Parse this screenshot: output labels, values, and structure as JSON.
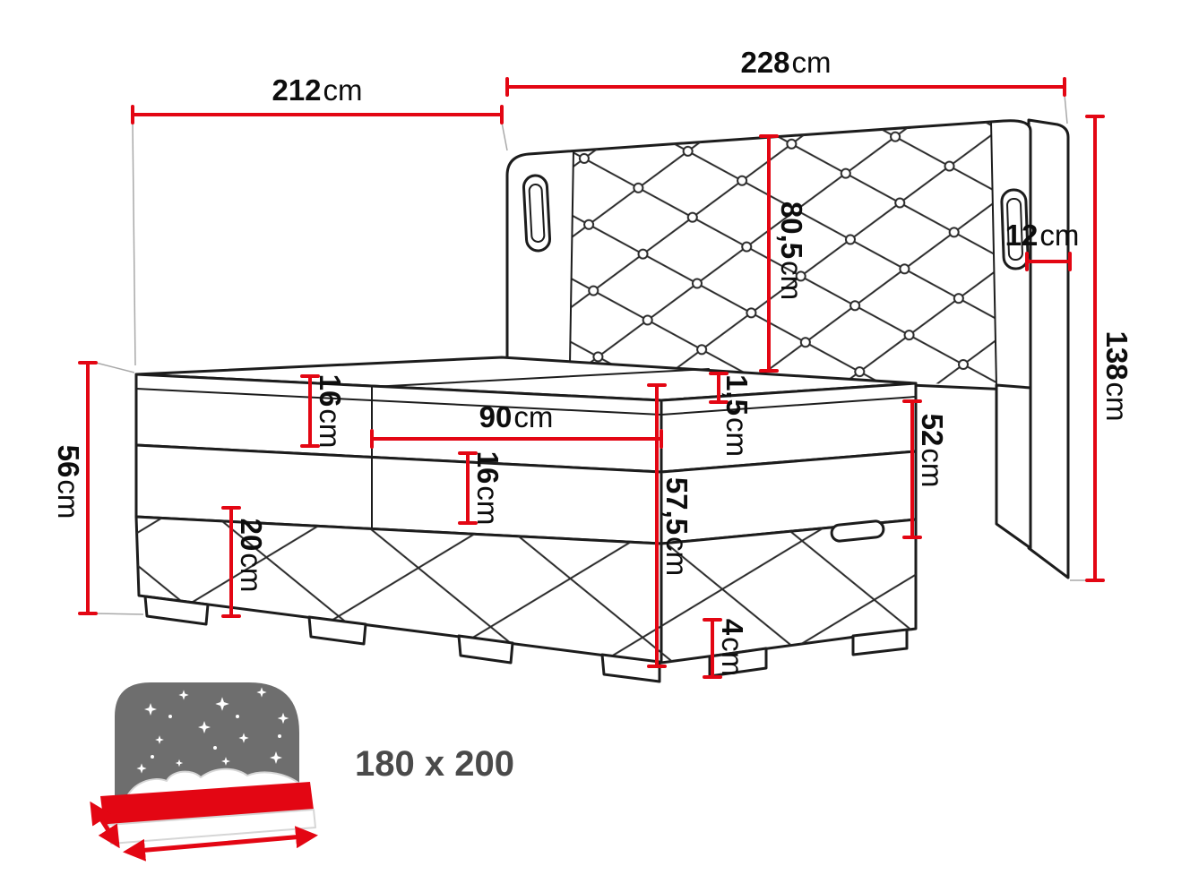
{
  "colors": {
    "accent": "#e30613",
    "line": "#1c1c1c",
    "icon_gray": "#6e6e6e",
    "label_text": "#0d0d0d",
    "size_text": "#4a4a4a"
  },
  "dims": {
    "d212": {
      "value": "212",
      "unit": "cm"
    },
    "d228": {
      "value": "228",
      "unit": "cm"
    },
    "d80_5": {
      "value": "80,5",
      "unit": "cm"
    },
    "d12": {
      "value": "12",
      "unit": "cm"
    },
    "d138": {
      "value": "138",
      "unit": "cm"
    },
    "d16a": {
      "value": "16",
      "unit": "cm"
    },
    "d90": {
      "value": "90",
      "unit": "cm"
    },
    "d1_5": {
      "value": "1,5",
      "unit": "cm"
    },
    "d52": {
      "value": "52",
      "unit": "cm"
    },
    "d56": {
      "value": "56",
      "unit": "cm"
    },
    "d16b": {
      "value": "16",
      "unit": "cm"
    },
    "d57_5": {
      "value": "57,5",
      "unit": "cm"
    },
    "d20": {
      "value": "20",
      "unit": "cm"
    },
    "d4": {
      "value": "4",
      "unit": "cm"
    }
  },
  "badge": {
    "size": "180 x 200",
    "icon": "bed-with-starry-headboard-icon"
  }
}
